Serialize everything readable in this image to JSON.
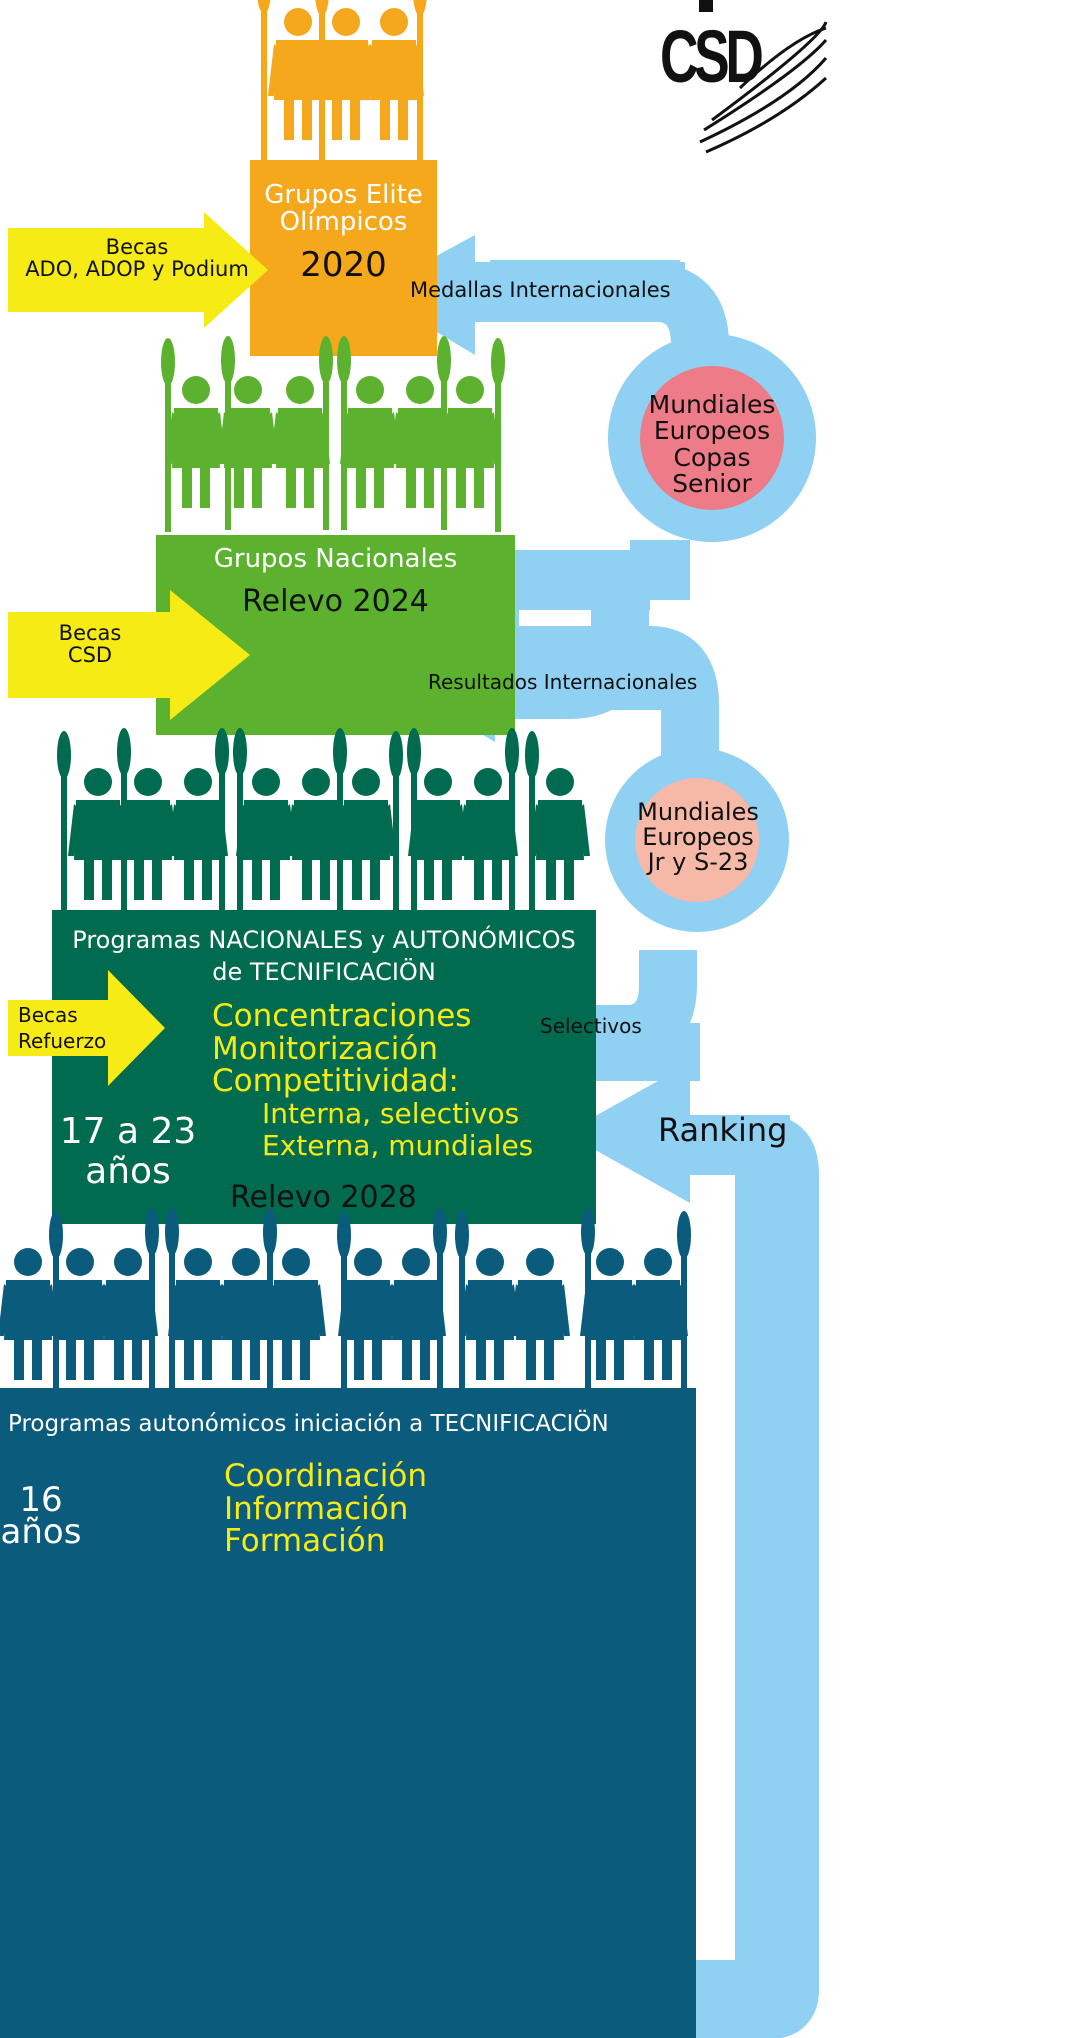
{
  "colors": {
    "orange": "#f6a81c",
    "green": "#5cb12f",
    "dark_green": "#006b4f",
    "dark_blue": "#0a5b7c",
    "light_blue": "#8fd0f3",
    "yellow": "#f6eb14",
    "pink": "#ee7b88",
    "salmon": "#f6b8a7",
    "text_yellow": "#f6eb14"
  },
  "logo": {
    "text": "CSD"
  },
  "tier1": {
    "title_line1": "Grupos Elite",
    "title_line2": "Olímpicos",
    "year": "2020",
    "becas": {
      "line1": "Becas",
      "line2": "ADO, ADOP y Podium"
    },
    "feedback_label": "Medallas Internacionales",
    "circle": {
      "line1": "Mundiales",
      "line2": "Europeos",
      "line3": "Copas",
      "line4": "Senior"
    }
  },
  "tier2": {
    "title": "Grupos Nacionales",
    "subtitle": "Relevo 2024",
    "becas": {
      "line1": "Becas",
      "line2": "CSD"
    },
    "feedback_label": "Resultados Internacionales",
    "circle": {
      "line1": "Mundiales",
      "line2": "Europeos",
      "line3": "Jr y S-23"
    }
  },
  "tier3": {
    "title_line1": "Programas NACIONALES y AUTONÓMICOS",
    "title_line2": "de TECNIFICACIÖN",
    "becas": {
      "line1": "Becas",
      "line2": "Refuerzo"
    },
    "items": [
      "Concentraciones",
      "Monitorización",
      "Competitividad:"
    ],
    "sub_items": [
      "Interna, selectivos",
      "Externa, mundiales"
    ],
    "age_line1": "17 a 23",
    "age_line2": "años",
    "relay": "Relevo 2028",
    "selectivos_label": "Selectivos"
  },
  "tier4": {
    "title": "Programas autonómicos iniciación a TECNIFICACIÖN",
    "items": [
      "Coordinación",
      "Información",
      "Formación"
    ],
    "age_line1": "16",
    "age_line2": "años",
    "ranking_label": "Ranking"
  }
}
